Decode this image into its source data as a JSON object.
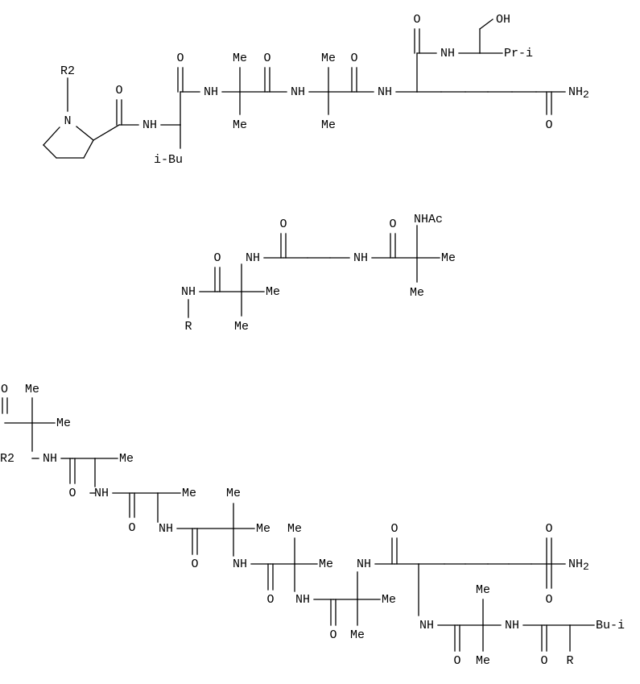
{
  "title": "",
  "colors": {
    "ink": "#000000",
    "background": "#ffffff"
  },
  "labels": {
    "o": "O",
    "oh": "OH",
    "nh": "NH",
    "n": "N",
    "me": "Me",
    "nh2": "NH",
    "nh2_sub": "2",
    "ipr": "Pr-i",
    "ibu": "i-Bu",
    "bui": "Bu-i",
    "r": "R",
    "r2": "R2",
    "nhac": "NHAc"
  }
}
